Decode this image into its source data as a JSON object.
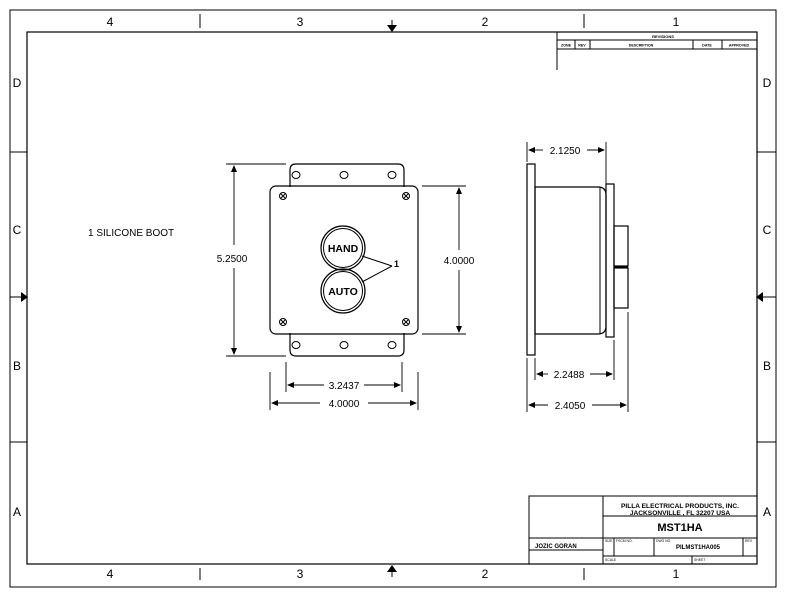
{
  "zones": {
    "top": [
      "4",
      "3",
      "2",
      "1"
    ],
    "bottom": [
      "4",
      "3",
      "2",
      "1"
    ],
    "left": [
      "D",
      "C",
      "B",
      "A"
    ],
    "right": [
      "D",
      "C",
      "B",
      "A"
    ]
  },
  "revisions": {
    "title": "REVISIONS",
    "headers": [
      "ZONE",
      "REV",
      "DESCRIPTION",
      "DATE",
      "APPROVED"
    ]
  },
  "note": "1 SILICONE BOOT",
  "buttons": {
    "top": "HAND",
    "bottom": "AUTO"
  },
  "callout": "1",
  "dimensions": {
    "height_overall": "5.2500",
    "height_box": "4.0000",
    "width_inner": "3.2437",
    "width_box": "4.0000",
    "side_depth_top": "2.1250",
    "side_depth_mid": "2.2488",
    "side_depth_overall": "2.4050"
  },
  "title_block": {
    "company_line1": "PILLA ELECTRICAL PRODUCTS, INC.",
    "company_line2": "JACKSONVILLE , FL 32207  USA",
    "part_number": "MST1HA",
    "drawn_by": "JOZIC GORAN",
    "size_label": "SIZE",
    "fscm_label": "FSCM NO.",
    "dwg_label": "DWG NO.",
    "dwg_no": "PILMST1HA005",
    "rev_label": "REV",
    "scale_label": "SCALE",
    "sheet_label": "SHEET"
  }
}
